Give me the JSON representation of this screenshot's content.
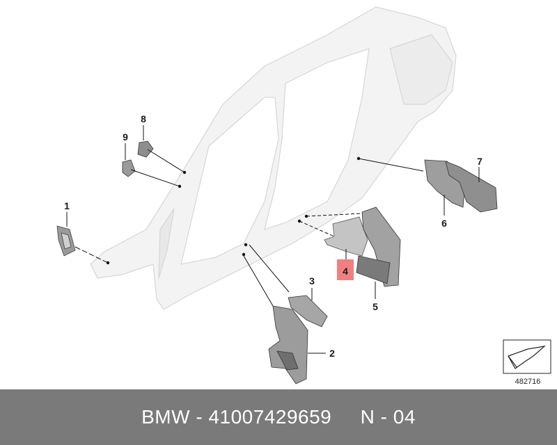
{
  "footer": {
    "brand": "BMW",
    "sep1": " - ",
    "part_number": "41007429659",
    "gap": "     ",
    "position": "N - 04"
  },
  "diagram": {
    "reference_number": "482716",
    "highlight_color": "#f08080",
    "callouts": [
      {
        "id": "1",
        "label": "1"
      },
      {
        "id": "2",
        "label": "2"
      },
      {
        "id": "3",
        "label": "3"
      },
      {
        "id": "4",
        "label": "4",
        "highlighted": true
      },
      {
        "id": "5",
        "label": "5"
      },
      {
        "id": "6",
        "label": "6"
      },
      {
        "id": "7",
        "label": "7"
      },
      {
        "id": "8",
        "label": "8"
      },
      {
        "id": "9",
        "label": "9"
      }
    ]
  }
}
